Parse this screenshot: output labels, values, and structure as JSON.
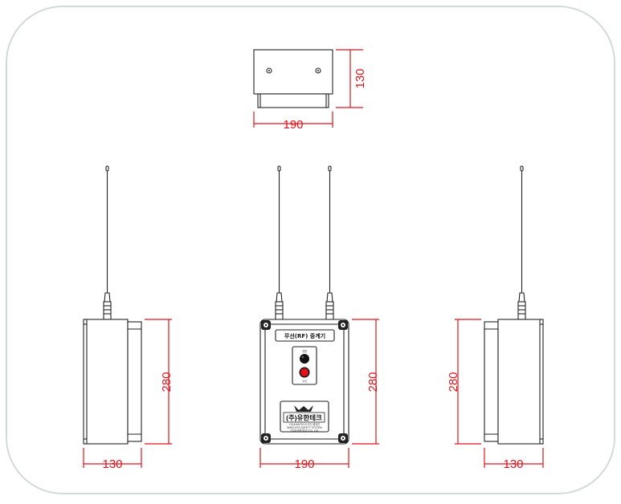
{
  "dimensions": {
    "top_width": "190",
    "top_height": "130",
    "left_height": "280",
    "left_depth": "130",
    "front_height": "280",
    "front_width": "190",
    "right_height": "280",
    "right_depth": "130"
  },
  "front_panel": {
    "title_label": "무선(RF) 중계기",
    "indicator_label_top": "전원",
    "indicator_label_bottom": "수신",
    "brand_name": "(주)유한테크",
    "brand_line_1": "YOUHANTECH 무선 중계기",
    "brand_line_2": "WIRELESS SAFETY SYSTEM",
    "brand_line_3": "YOUHANTECH Co., Ltd."
  },
  "colors": {
    "dimension": "#e0141c",
    "outline": "#222222",
    "frame": "#d2dbd9",
    "indicator_red": "#e0141c"
  }
}
